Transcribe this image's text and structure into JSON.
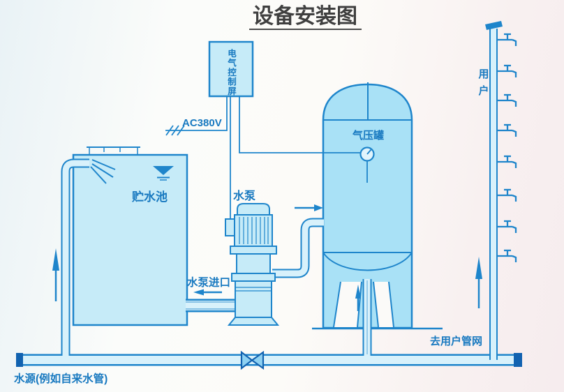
{
  "title": "设备安装图",
  "labels": {
    "control_panel": "电气控制屏",
    "power": "AC380V",
    "storage_tank": "贮水池",
    "pump": "水泵",
    "pump_inlet": "水泵进口",
    "pressure_tank": "气压罐",
    "users": "用户",
    "to_user_network": "去用户管网",
    "water_source": "水源(例如自来水管)"
  },
  "icons": {
    "faucet_count": 8,
    "valve": "gate-valve",
    "gauge": "pressure-gauge",
    "water_level": "water-level-symbol",
    "power_phase_marks": 3
  },
  "colors": {
    "line": "#1e85cb",
    "fill_light": "#c6ebf8",
    "fill_tank": "#a9e1f6",
    "fill_pipe": "#d8f1fb",
    "pipe_dark": "#1262b0",
    "label_blue": "#1879c0",
    "title_color": "#3f3f3f",
    "bg_white": "#fbfaf8"
  }
}
